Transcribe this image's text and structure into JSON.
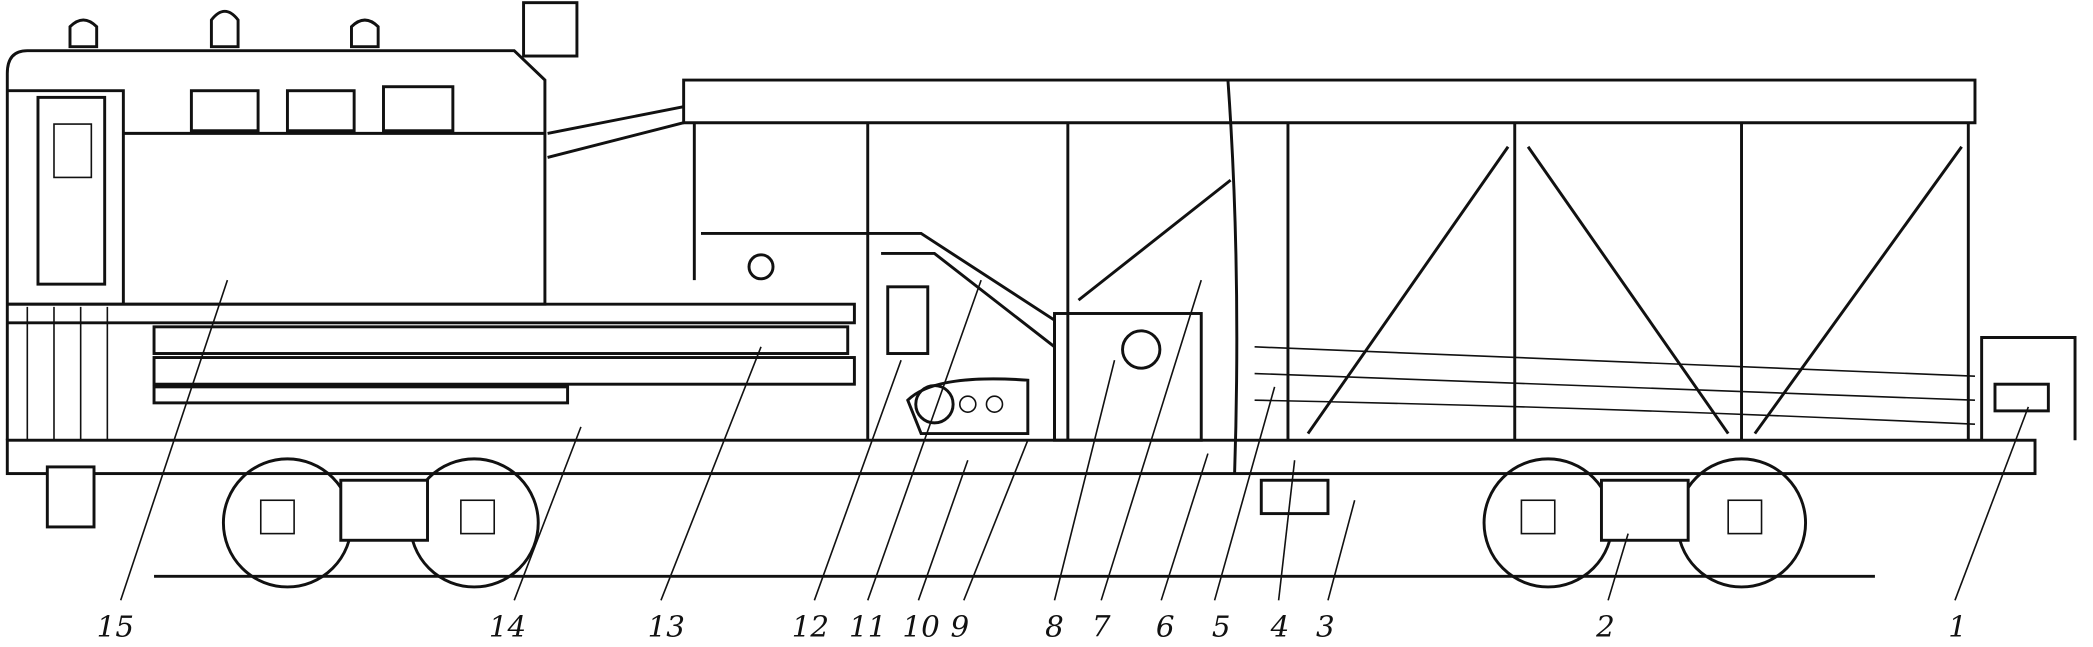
{
  "diagram": {
    "kind": "side-view technical drawing of a rail machine with a hopper car",
    "callouts": [
      {
        "id": "15",
        "label": "15"
      },
      {
        "id": "14",
        "label": "14"
      },
      {
        "id": "13",
        "label": "13"
      },
      {
        "id": "12",
        "label": "12"
      },
      {
        "id": "11",
        "label": "11"
      },
      {
        "id": "10",
        "label": "10"
      },
      {
        "id": "9",
        "label": "9"
      },
      {
        "id": "8",
        "label": "8"
      },
      {
        "id": "7",
        "label": "7"
      },
      {
        "id": "6",
        "label": "6"
      },
      {
        "id": "5",
        "label": "5"
      },
      {
        "id": "4",
        "label": "4"
      },
      {
        "id": "3",
        "label": "3"
      },
      {
        "id": "2",
        "label": "2"
      },
      {
        "id": "1",
        "label": "1"
      }
    ]
  }
}
